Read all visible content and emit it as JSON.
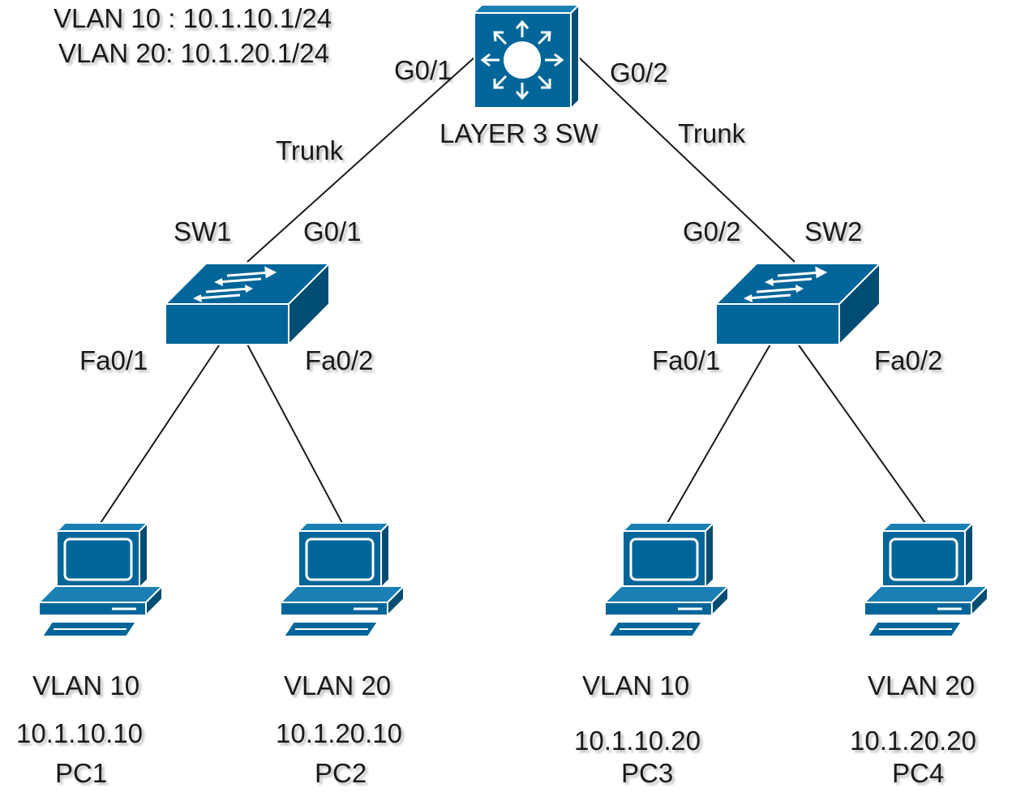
{
  "colors": {
    "device_fill": "#006699",
    "device_dark": "#004d73",
    "device_light": "#1a80b3",
    "link": "#1a1a1a",
    "text": "#1a1a1a"
  },
  "vlan_info": {
    "line1": "VLAN 10 : 10.1.10.1/24",
    "line2": "VLAN 20: 10.1.20.1/24"
  },
  "core": {
    "name": "LAYER 3 SW",
    "port_left": "G0/1",
    "port_right": "G0/2",
    "icon": "layer3-switch-icon"
  },
  "links": {
    "left_trunk": "Trunk",
    "right_trunk": "Trunk"
  },
  "switches": [
    {
      "name": "SW1",
      "uplink": "G0/1",
      "port_a": "Fa0/1",
      "port_b": "Fa0/2",
      "icon": "switch-icon"
    },
    {
      "name": "SW2",
      "uplink": "G0/2",
      "port_a": "Fa0/1",
      "port_b": "Fa0/2",
      "icon": "switch-icon"
    }
  ],
  "pcs": [
    {
      "vlan": "VLAN 10",
      "ip": "10.1.10.10",
      "name": "PC1",
      "icon": "pc-icon"
    },
    {
      "vlan": "VLAN 20",
      "ip": "10.1.20.10",
      "name": "PC2",
      "icon": "pc-icon"
    },
    {
      "vlan": "VLAN 10",
      "ip": "10.1.10.20",
      "name": "PC3",
      "icon": "pc-icon"
    },
    {
      "vlan": "VLAN 20",
      "ip": "10.1.20.20",
      "name": "PC4",
      "icon": "pc-icon"
    }
  ]
}
